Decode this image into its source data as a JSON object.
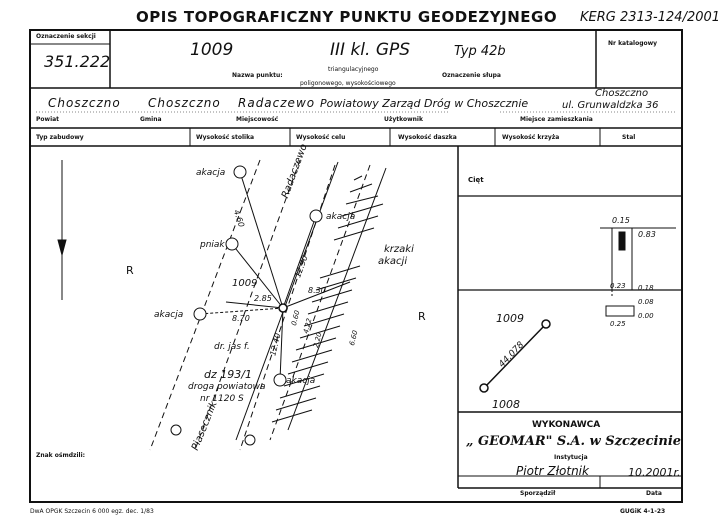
{
  "header": {
    "title": "OPIS TOPOGRAFICZNY PUNKTU GEODEZYJNEGO",
    "kerg": "KERG 2313-124/2001"
  },
  "row1": {
    "sekcja_label": "Oznaczenie sekcji",
    "sekcja_value": "351.222",
    "point_number": "1009",
    "class_value": "III kl. GPS",
    "type_value": "Typ 42b",
    "nazwa_label": "Nazwa punktu:",
    "nazwa_option1": "triangulacyjnego",
    "nazwa_option2": "poligonowego, wysokościowego",
    "oznaczenie_slupa_label": "Oznaczenie słupa",
    "nr_katalogowy_label": "Nr katalogowy"
  },
  "row2": {
    "powiat": "Choszczno",
    "gmina": "Choszczno",
    "miejscowosc": "Radaczewo",
    "uzytkownik": "Powiatowy Zarząd Dróg w Choszcznie",
    "zamieszkanie_line1": "Choszczno",
    "zamieszkanie_line2": "ul. Grunwaldzka 36",
    "powiat_label": "Powiat",
    "gmina_label": "Gmina",
    "miejscowosc_label": "Miejscowość",
    "uzytkownik_label": "Użytkownik",
    "zamieszkanie_label": "Miejsce zamieszkania"
  },
  "row3": {
    "typ_znaku": "Typ zabudowy",
    "wys_stolika": "Wysokość stolika",
    "wys_celu": "Wysokość celu",
    "wys_daszka": "Wysokość daszka",
    "wys_krzyza": "Wysokość krzyża",
    "stal": "Stal"
  },
  "sketch": {
    "akacja": "akacja",
    "pniak": "pniak",
    "radaczewo": "Radaczewo",
    "krzaki_akacji_1": "krzaki",
    "krzaki_akacji_2": "akacji",
    "R_left": "R",
    "R_right": "R",
    "point": "1009",
    "d_2_85": "2.85",
    "d_8_30": "8.30",
    "d_8_70": "8.70",
    "d_4_60": "4.60",
    "d_12_90": "12.90",
    "d_12_40": "12.40",
    "d_4_22": "4.22",
    "d_0_60": "0.60",
    "d_2_20": "2.20",
    "d_6_60": "6.60",
    "dr_jas": "dr. jas f.",
    "dz": "dz 193/1",
    "droga": "droga powiatowa",
    "nr": "nr 1120 S",
    "piaseczno": "Piasecznik",
    "znak_label": "Znak ośmdzili:"
  },
  "cross_section": {
    "label": "Cięt",
    "v015": "0.15",
    "v083": "0.83",
    "v023": "0.23",
    "v018": "0.18",
    "v008": "0.08",
    "v025": "0.25",
    "v000": "0.00"
  },
  "azimuth": {
    "from": "1009",
    "to": "1008",
    "distance": "44.078"
  },
  "wykonawca": {
    "label": "WYKONAWCA",
    "company": "„ GEOMAR\" S.A. w Szczecinie",
    "instytucja_label": "Instytucja",
    "person": "Piotr Złotnik",
    "date": "10.2001r.",
    "sporzadzil_label": "Sporządził",
    "data_label": "Data"
  },
  "footer": {
    "left": "DwA OPGK Szczecin 6 000 egz. dec. 1/83",
    "right": "GUGiK 4-1-23"
  }
}
